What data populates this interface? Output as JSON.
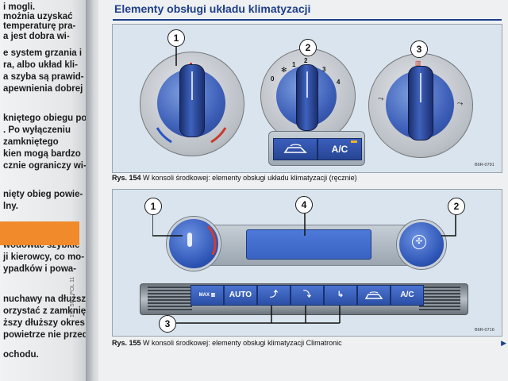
{
  "left_page": {
    "lines": [
      "i mogli.",
      "możnia uzyskać",
      "temperaturę pra-",
      "a jest dobra wi-",
      "e system grzania i",
      "ra, albo układ kli-",
      "a szyba są prawid-",
      "apewnienia dobrej",
      "kniętego obiegu po-",
      ". Po wyłączeniu",
      "zamkniętego",
      "kien mogą bardzo",
      "cznie ograniczy wi-",
      "nięty obieg powie-",
      "lny.",
      "wodować szybkie",
      "ji kierowcy, co mo-",
      "ypadków i powa-",
      "nuchawy na dłuższy",
      "orzystać z zamknię-",
      "ższy dłuższy okres",
      "powietrze nie przed-",
      "ochodu."
    ],
    "footer_code": "152 5R1 POL 11"
  },
  "header": {
    "title": "Elementy obsługi układu klimatyzacji"
  },
  "figure154": {
    "callouts": [
      "1",
      "2",
      "3"
    ],
    "fan_scale": [
      "0",
      "1",
      "2",
      "3",
      "4"
    ],
    "recirculation_icon": "car-recirculation-icon",
    "ac_label": "A/C",
    "code": "B6R-0791",
    "caption_label": "Rys. 154",
    "caption_text": "W konsoli środkowej: elementy obsługi układu klimatyzacji (ręcznie)"
  },
  "figure155": {
    "callouts": [
      "1",
      "4",
      "2",
      "3"
    ],
    "buttons": [
      "MAX",
      "AUTO",
      "",
      "",
      "",
      "",
      "A/C"
    ],
    "button_icons": [
      "defrost-max-icon",
      "",
      "defrost-windshield-icon",
      "air-distribution-upper-icon",
      "air-distribution-lower-icon",
      "car-recirculation-icon",
      ""
    ],
    "code": "B6R-0716",
    "caption_label": "Rys. 155",
    "caption_text": "W konsoli środkowej: elementy obsługi klimatyzacji Climatronic"
  },
  "colors": {
    "accent": "#1e3f8a",
    "knob_blue": "#3d5fb8",
    "banner_orange": "#f08a2b"
  }
}
